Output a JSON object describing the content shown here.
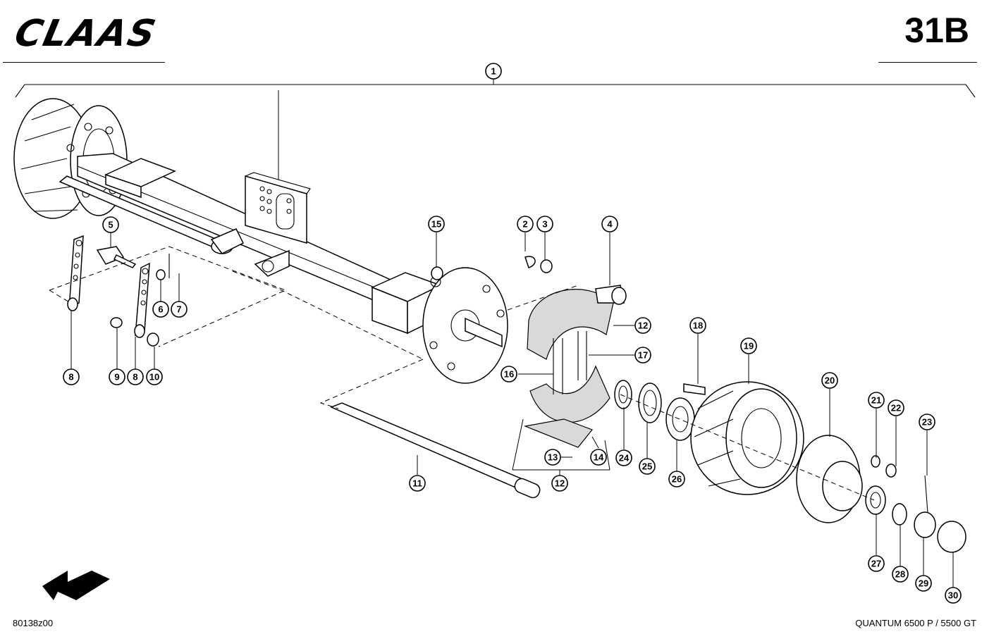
{
  "header": {
    "logo": "CLAAS",
    "page_code": "31B"
  },
  "footer": {
    "drawing_number": "80138z00",
    "model": "QUANTUM 6500 P / 5500 GT"
  },
  "callouts": [
    "1",
    "2",
    "3",
    "4",
    "5",
    "6",
    "7",
    "8",
    "9",
    "8",
    "10",
    "11",
    "12",
    "12",
    "13",
    "14",
    "15",
    "16",
    "17",
    "18",
    "19",
    "20",
    "21",
    "22",
    "23",
    "24",
    "25",
    "26",
    "27",
    "28",
    "29",
    "30"
  ],
  "icons": {
    "direction_arrow": "forward-arrow-icon"
  }
}
